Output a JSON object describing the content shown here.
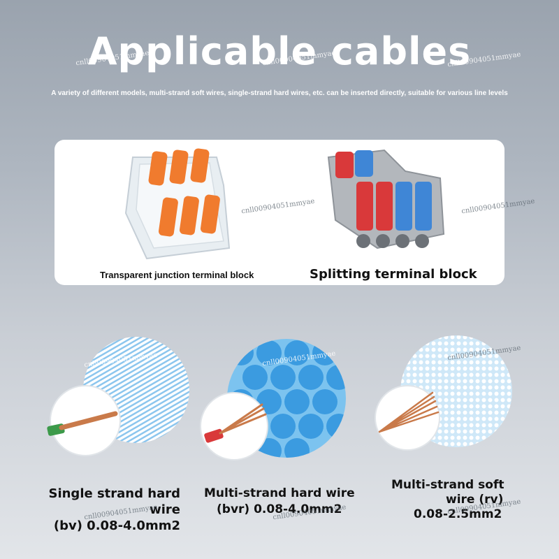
{
  "header": {
    "title": "Applicable cables",
    "subtitle": "A variety of different models, multi-strand soft wires, single-strand hard wires, etc. can be inserted directly, suitable for various line levels"
  },
  "products": [
    {
      "caption": "Transparent junction terminal block"
    },
    {
      "caption": "Splitting terminal block"
    }
  ],
  "cables": [
    {
      "line1": "Single strand hard wire",
      "line2": "(bv) 0.08-4.0mm2"
    },
    {
      "line1": "Multi-strand hard wire",
      "line2": "(bvr) 0.08-4.0mm2"
    },
    {
      "line1": "Multi-strand soft",
      "line2": "wire (rv)",
      "line3": "0.08-2.5mm2"
    }
  ],
  "watermark": "cnll00904051mmyae",
  "colors": {
    "orange": "#f07b2e",
    "red": "#d9393a",
    "blue": "#3f86d6",
    "grey": "#a9adb2",
    "dots": "#5aaee6"
  }
}
